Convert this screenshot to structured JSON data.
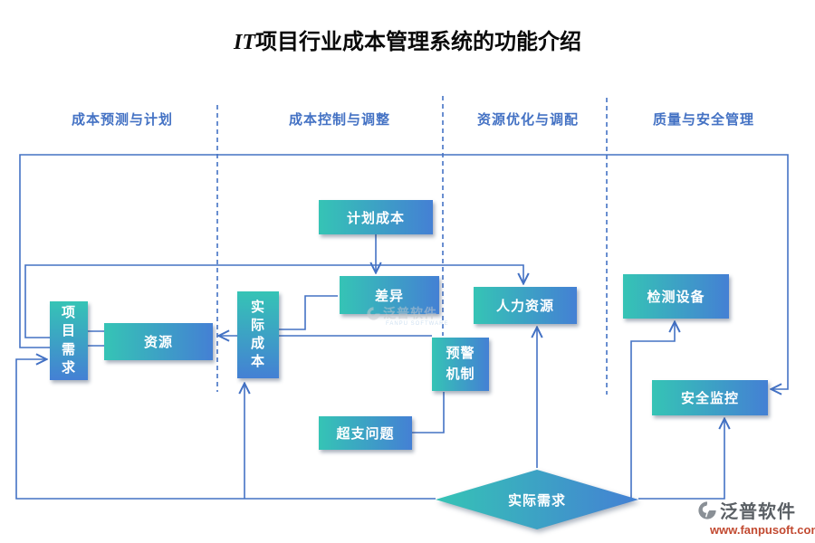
{
  "title": {
    "prefix": "IT",
    "text": "项目行业成本管理系统的功能介绍"
  },
  "lanes": [
    "成本预测与计划",
    "成本控制与调整",
    "资源优化与调配",
    "质量与安全管理"
  ],
  "nodes": {
    "planned_cost": "计划成本",
    "variance": "差异",
    "project_demand": "项目需求",
    "resource": "资源",
    "actual_cost": "实际成本",
    "warning_mechanism": "预警机制",
    "overspend_issue": "超支问题",
    "human_resource": "人力资源",
    "detection_equipment": "检测设备",
    "safety_monitor": "安全监控",
    "actual_demand": "实际需求"
  },
  "watermark_center": {
    "brand": "泛普软件",
    "caption": "FANPU SOFTWARE"
  },
  "brand_footer": {
    "name": "泛普软件",
    "website": "www.fanpusoft.com"
  },
  "colors": {
    "node_teal": "#35C4B5",
    "node_blue": "#4480D4",
    "connector": "#4472C4",
    "lane_header": "#4472C4",
    "url_red": "#C24A31"
  }
}
